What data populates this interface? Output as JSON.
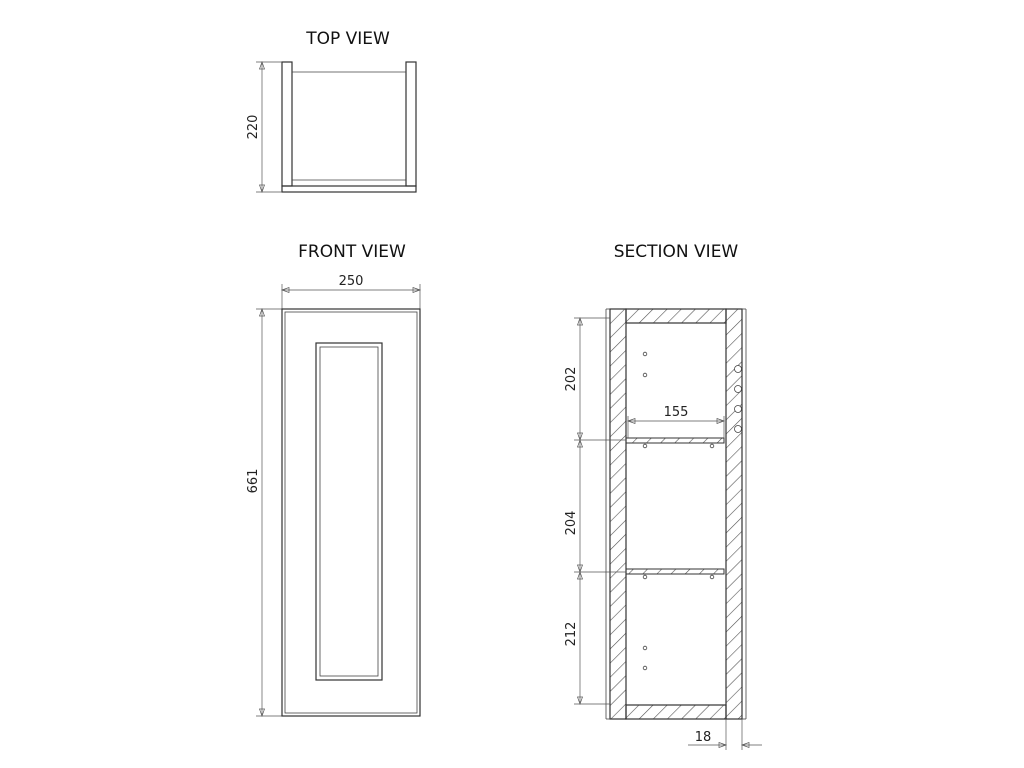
{
  "views": {
    "top": {
      "title": "TOP VIEW",
      "depth_dim": "220"
    },
    "front": {
      "title": "FRONT VIEW",
      "width_dim": "250",
      "height_dim": "661"
    },
    "section": {
      "title": "SECTION VIEW",
      "upper_dim": "202",
      "middle_dim": "204",
      "lower_dim": "212",
      "shelf_depth_dim": "155",
      "wall_thickness_dim": "18"
    }
  }
}
